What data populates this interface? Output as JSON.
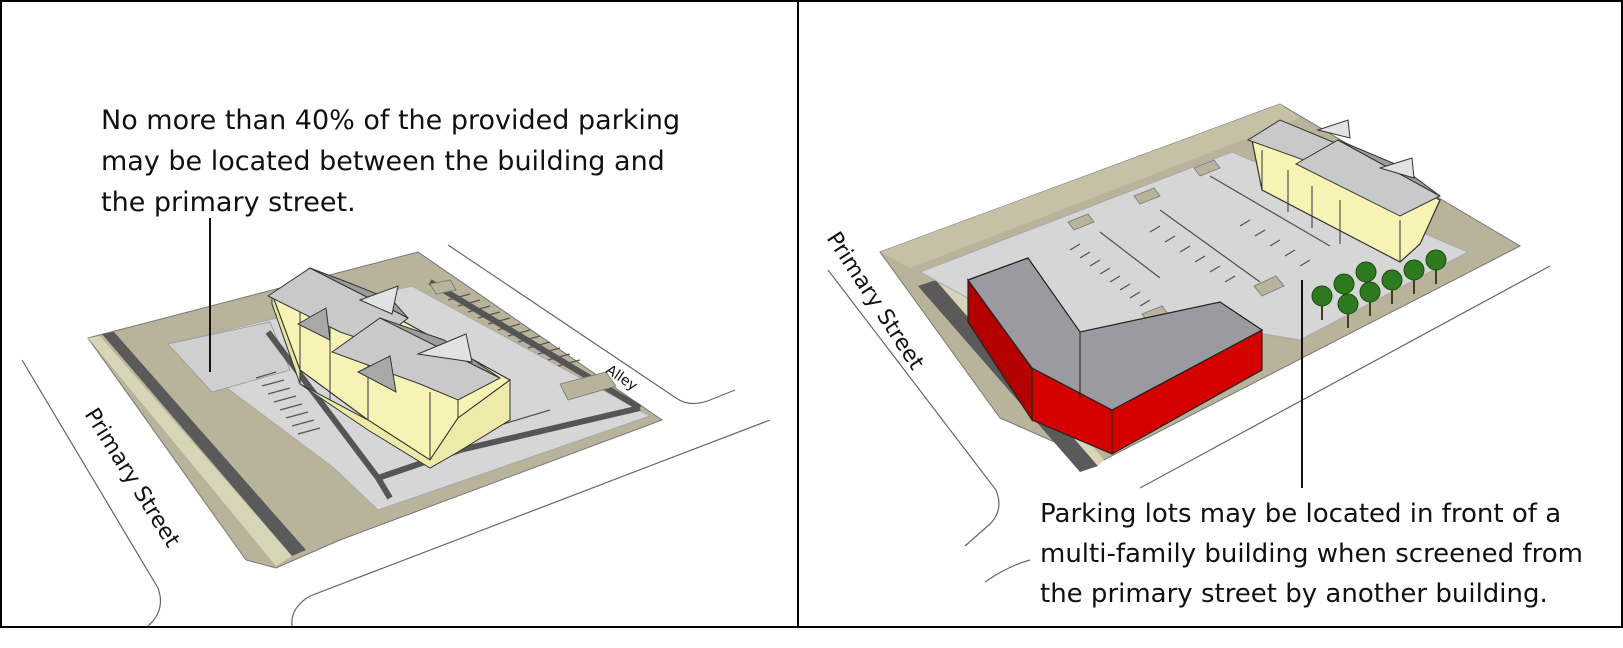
{
  "left_panel": {
    "caption": "No more than 40% of the provided parking\nmay be located between the building and\nthe primary street.",
    "street_label": "Primary Street",
    "alley_label": "Alley"
  },
  "right_panel": {
    "caption": "Parking lots may be located in front of a\nmulti-family building when screened from\nthe primary street by another building.",
    "street_label": "Primary Street"
  },
  "colors": {
    "border": "#000000",
    "lot_ground": "#b8b39a",
    "paving": "#d6d6d6",
    "curb": "#5a5a5a",
    "roof": "#c9c9c9",
    "wall_yellow": "#f6f3b4",
    "commercial_red": "#d40000",
    "commercial_roof": "#9a9aa0",
    "tree": "#2d7a1f"
  }
}
